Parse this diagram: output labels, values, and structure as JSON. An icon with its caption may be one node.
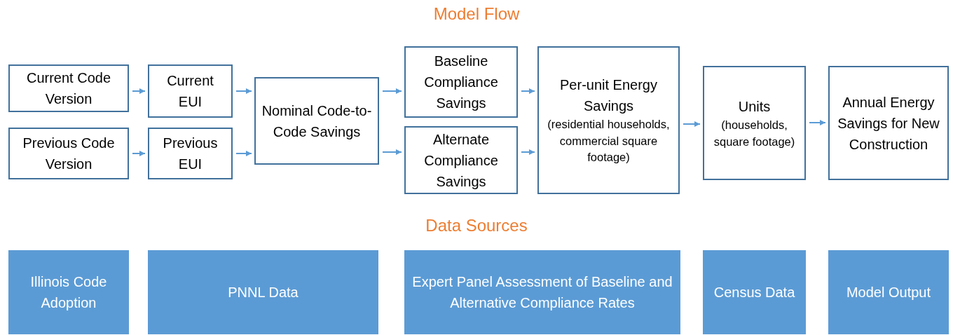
{
  "diagram": {
    "title": "Model Flow",
    "nodes": [
      {
        "text": [
          "Current Code Version"
        ]
      },
      {
        "text": [
          "Previous Code Version"
        ]
      },
      {
        "text": [
          "Current EUI"
        ]
      },
      {
        "text": [
          "Previous EUI"
        ]
      },
      {
        "text": [
          "Nominal Code-to-Code Savings"
        ]
      },
      {
        "text": [
          "Baseline Compliance Savings"
        ]
      },
      {
        "text": [
          "Alternate Compliance Savings"
        ]
      },
      {
        "text": [
          "Per-unit Energy Savings",
          "(residential households, commercial square footage)"
        ]
      },
      {
        "text": [
          "Units",
          "(households, square footage)"
        ]
      },
      {
        "text": [
          "Annual Energy Savings for New Construction"
        ]
      },
      {
        "text": [
          "Illinois Code Adoption"
        ]
      },
      {
        "text": [
          "PNNL Data"
        ]
      },
      {
        "text": [
          "Expert Panel Assessment of Baseline and Alternative Compliance Rates"
        ]
      },
      {
        "text": [
          "Census Data"
        ]
      },
      {
        "text": [
          "Model Output"
        ]
      }
    ],
    "edges": [
      {
        "from": 0,
        "to": 2,
        "arrow": "to"
      },
      {
        "from": 1,
        "to": 3,
        "arrow": "to"
      },
      {
        "from": 2,
        "to": 4,
        "arrow": "to"
      },
      {
        "from": 3,
        "to": 4,
        "arrow": "to"
      },
      {
        "from": 4,
        "to": 5,
        "arrow": "to"
      },
      {
        "from": 4,
        "to": 6,
        "arrow": "to"
      },
      {
        "from": 5,
        "to": 7,
        "arrow": "to"
      },
      {
        "from": 6,
        "to": 7,
        "arrow": "to"
      },
      {
        "from": 7,
        "to": 8,
        "arrow": "to"
      },
      {
        "from": 8,
        "to": 9,
        "arrow": "to"
      }
    ],
    "labels": [
      "Data Sources"
    ]
  }
}
